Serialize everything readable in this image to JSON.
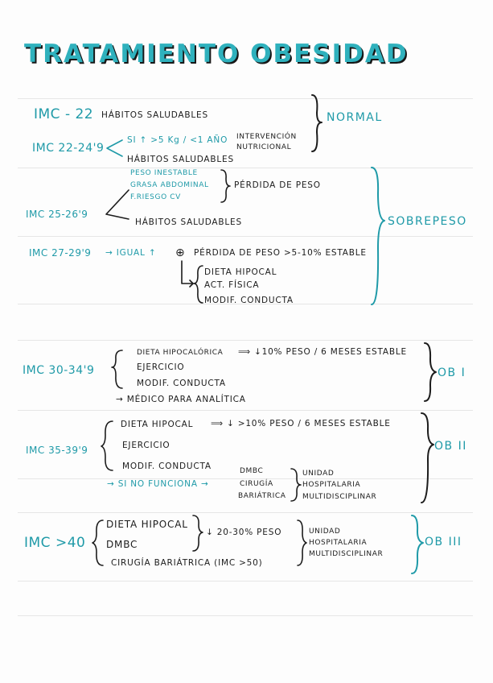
{
  "title": "TRATAMIENTO OBESIDAD",
  "normal": {
    "imc1": "IMC - 22",
    "imc1_text": "HÁBITOS SALUDABLES",
    "imc2": "IMC 22-24'9",
    "imc2_top": "SI ↑ >5 Kg / <1 AÑO",
    "imc2_top_result_1": "INTERVENCIÓN",
    "imc2_top_result_2": "NUTRICIONAL",
    "imc2_bottom": "HÁBITOS SALUDABLES",
    "label": "NORMAL"
  },
  "sobrepeso": {
    "imc3": "IMC 25-26'9",
    "cond_1": "PESO INESTABLE",
    "cond_2": "GRASA ABDOMINAL",
    "cond_3": "F.RIESGO CV",
    "cond_result": "PÉRDIDA DE PESO",
    "imc3_bottom": "HÁBITOS SALUDABLES",
    "imc4": "IMC 27-29'9",
    "imc4_arrow": "→ IGUAL ↑",
    "circle": "⊕",
    "imc4_goal": "PÉRDIDA DE PESO >5-10% ESTABLE",
    "list_1": "DIETA HIPOCAL",
    "list_2": "ACT. FÍSICA",
    "list_3": "MODIF. CONDUCTA",
    "label": "SOBREPESO"
  },
  "ob1": {
    "imc": "IMC 30-34'9",
    "item_1": "DIETA HIPOCALÓRICA",
    "goal": "⟹ ↓10% PESO / 6 MESES ESTABLE",
    "item_2": "EJERCICIO",
    "item_3": "MODIF. CONDUCTA",
    "referral": "→ MÉDICO PARA ANALÍTICA",
    "label": "OB I"
  },
  "ob2": {
    "imc": "IMC 35-39'9",
    "item_1": "DIETA HIPOCAL",
    "goal": "⟹ ↓ >10% PESO / 6 MESES ESTABLE",
    "item_2": "EJERCICIO",
    "item_3": "MODIF. CONDUCTA",
    "fallback": "→ SI NO FUNCIONA →",
    "opt_1": "DMBC",
    "opt_2": "CIRUGÍA",
    "opt_3": "BARIÁTRICA",
    "unit_1": "UNIDAD",
    "unit_2": "HOSPITALARIA",
    "unit_3": "MULTIDISCIPLINAR",
    "label": "OB II"
  },
  "ob3": {
    "imc": "IMC >40",
    "item_1": "DIETA HIPOCAL",
    "item_2": "DMBC",
    "item_3": "CIRUGÍA BARIÁTRICA (IMC >50)",
    "goal": "↓ 20-30% PESO",
    "unit_1": "UNIDAD",
    "unit_2": "HOSPITALARIA",
    "unit_3": "MULTIDISCIPLINAR",
    "label": "OB III"
  },
  "colors": {
    "teal": "#1f9aa8",
    "ink": "#1c1c1c",
    "title": "#2fb1bd"
  }
}
